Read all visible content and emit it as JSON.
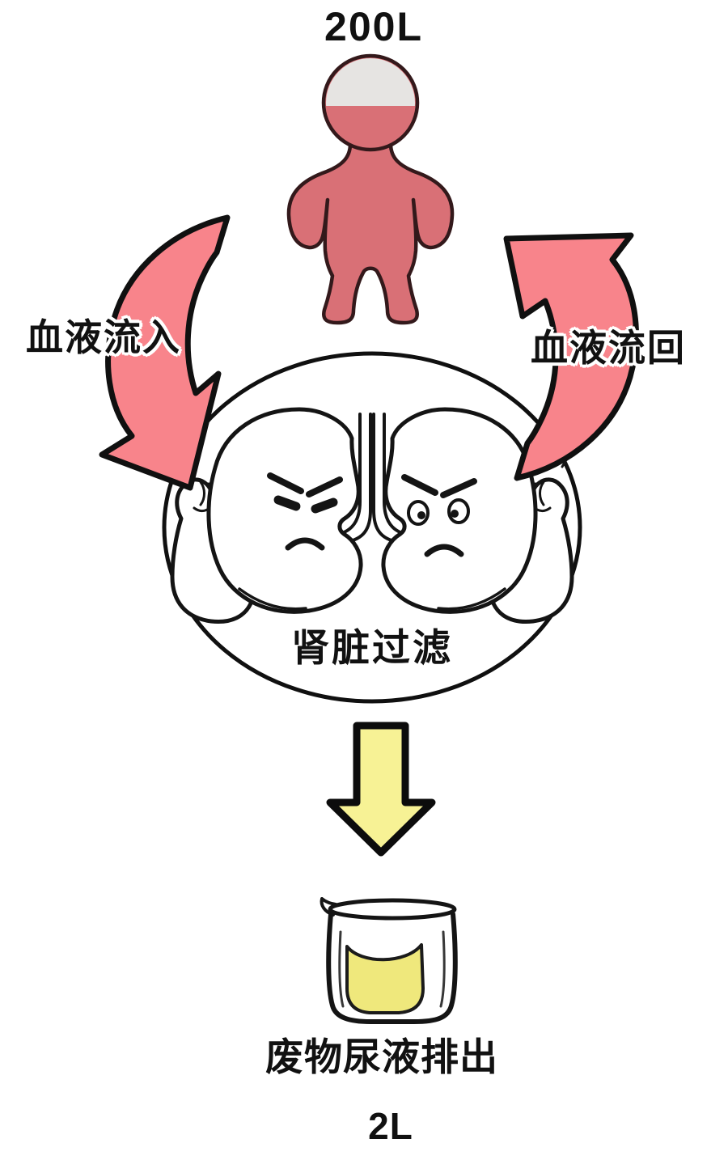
{
  "labels": {
    "blood_total": "200L",
    "blood_in": "血液流入",
    "blood_back": "血液流回",
    "kidney_filter": "肾脏过滤",
    "urine_out": "废物尿液排出",
    "urine_total": "2L"
  },
  "colors": {
    "background": "#ffffff",
    "outline": "#141414",
    "body_fill": "#d97076",
    "head_empty_gray": "#e6e4e2",
    "arrow_pink": "#f8848b",
    "arrow_yellow": "#f7f295",
    "urine_yellow": "#efe87c"
  },
  "icons": {
    "human_figure": "human-body-figure",
    "blood_inflow": "curved-arrow-down-icon",
    "blood_return": "curved-arrow-up-icon",
    "kidneys": "flexing-kidneys-in-oval",
    "urine_arrow": "down-arrow-icon",
    "beaker": "urine-beaker"
  }
}
